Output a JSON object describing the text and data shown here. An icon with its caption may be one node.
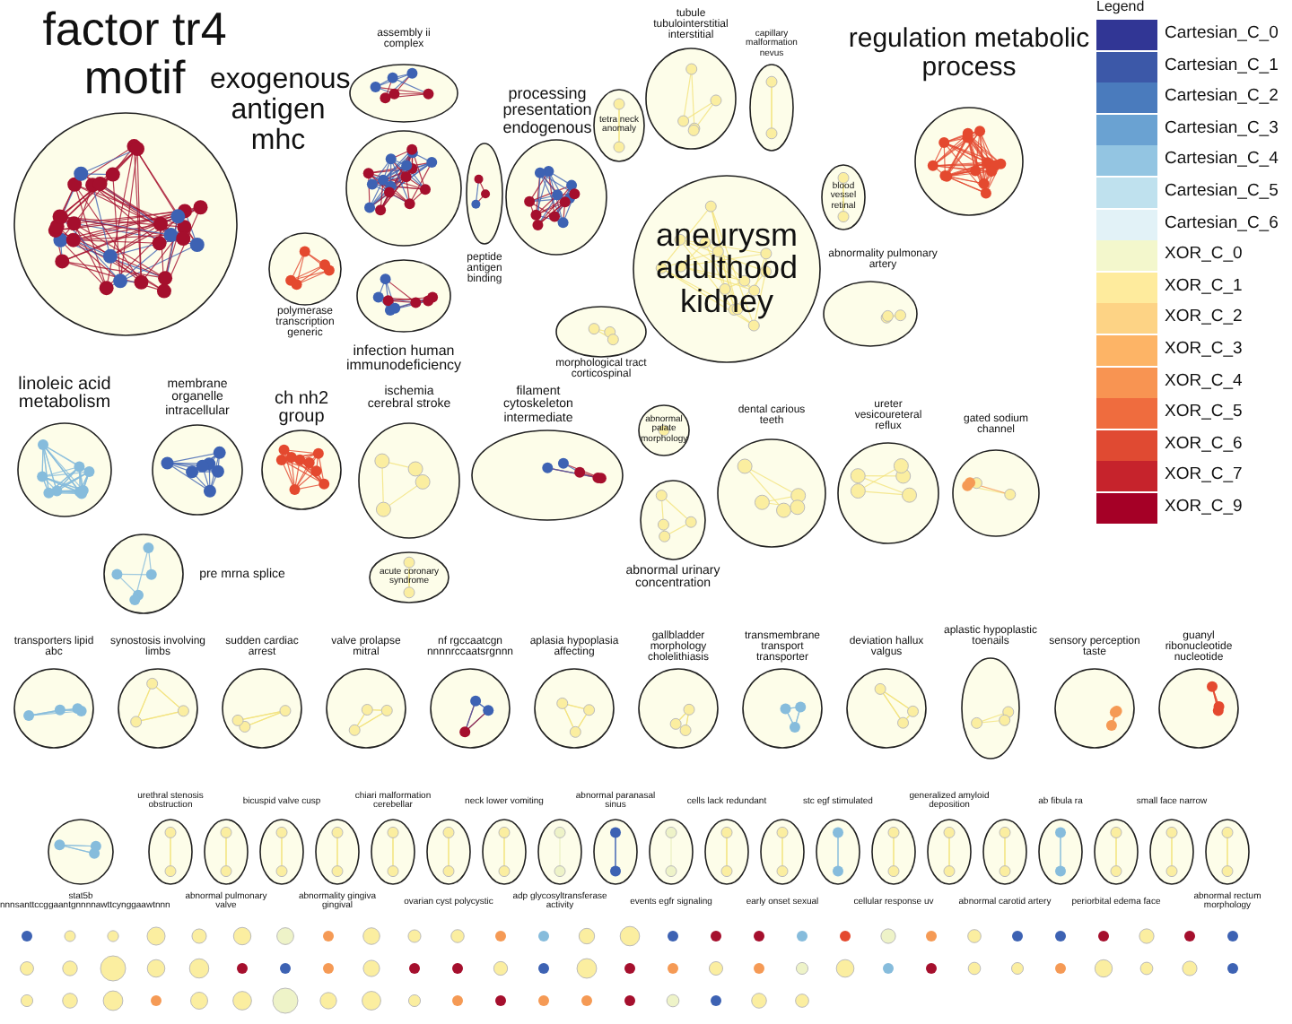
{
  "diagram": {
    "nodes": [
      {
        "text": [
          "factor tr4 motif"
        ]
      },
      {
        "text": [
          "assembly ii complex"
        ]
      },
      {
        "text": [
          "exogenous antigen mhc"
        ]
      },
      {
        "text": [
          "processing presentation endogenous"
        ]
      },
      {
        "text": [
          "peptide antigen binding"
        ]
      },
      {
        "text": [
          "polymerase transcription generic"
        ]
      },
      {
        "text": [
          "infection human immunodeficiency"
        ]
      },
      {
        "text": [
          "tubule tubulointerstitial interstitial"
        ]
      },
      {
        "text": [
          "capillary malformation nevus"
        ]
      },
      {
        "text": [
          "aneurysm adulthood kidney"
        ]
      },
      {
        "text": [
          "tetra neck anomaly"
        ]
      },
      {
        "text": [
          "morphological tract corticospinal"
        ]
      },
      {
        "text": [
          "blood vessel retinal"
        ]
      },
      {
        "text": [
          "abnormality pulmonary artery"
        ]
      },
      {
        "text": [
          "regulation metabolic process"
        ]
      },
      {
        "text": [
          "linoleic acid metabolism"
        ]
      },
      {
        "text": [
          "membrane organelle intracellular"
        ]
      },
      {
        "text": [
          "ch nh2 group"
        ]
      },
      {
        "text": [
          "ischemia cerebral stroke"
        ]
      },
      {
        "text": [
          "acute coronary syndrome"
        ]
      },
      {
        "text": [
          "filament cytoskeleton intermediate"
        ]
      },
      {
        "text": [
          "abnormal palate morphology"
        ]
      },
      {
        "text": [
          "abnormal urinary concentration"
        ]
      },
      {
        "text": [
          "dental carious teeth"
        ]
      },
      {
        "text": [
          "ureter vesicoureteral reflux"
        ]
      },
      {
        "text": [
          "gated sodium channel"
        ]
      },
      {
        "text": [
          "pre mrna splice"
        ]
      },
      {
        "text": [
          "transporters lipid abc"
        ]
      },
      {
        "text": [
          "synostosis involving limbs"
        ]
      },
      {
        "text": [
          "sudden cardiac arrest"
        ]
      },
      {
        "text": [
          "valve prolapse mitral"
        ]
      },
      {
        "text": [
          "nf rgccaatcgn nnnnrccaatsrgnnn"
        ]
      },
      {
        "text": [
          "aplasia hypoplasia affecting"
        ]
      },
      {
        "text": [
          "gallbladder morphology cholelithiasis"
        ]
      },
      {
        "text": [
          "transmembrane transport transporter"
        ]
      },
      {
        "text": [
          "deviation hallux valgus"
        ]
      },
      {
        "text": [
          "aplastic hypoplastic toenails"
        ]
      },
      {
        "text": [
          "sensory perception taste"
        ]
      },
      {
        "text": [
          "guanyl ribonucleotide nucleotide"
        ]
      },
      {
        "text": [
          "stat5b nnnsanttccggaantgnnnnawttcynggaawtnnn"
        ]
      },
      {
        "text": [
          "urethral stenosis obstruction"
        ]
      },
      {
        "text": [
          "abnormal pulmonary valve"
        ]
      },
      {
        "text": [
          "bicuspid valve cusp"
        ]
      },
      {
        "text": [
          "abnormality gingiva gingival"
        ]
      },
      {
        "text": [
          "chiari malformation cerebellar"
        ]
      },
      {
        "text": [
          "ovarian cyst polycystic"
        ]
      },
      {
        "text": [
          "neck lower vomiting"
        ]
      },
      {
        "text": [
          "adp glycosyltransferase activity"
        ]
      },
      {
        "text": [
          "abnormal paranasal sinus"
        ]
      },
      {
        "text": [
          "events egfr signaling"
        ]
      },
      {
        "text": [
          "cells lack redundant"
        ]
      },
      {
        "text": [
          "early onset sexual"
        ]
      },
      {
        "text": [
          "stc egf stimulated"
        ]
      },
      {
        "text": [
          "cellular response uv"
        ]
      },
      {
        "text": [
          "generalized amyloid deposition"
        ]
      },
      {
        "text": [
          "abnormal carotid artery"
        ]
      },
      {
        "text": [
          "ab fibula ra"
        ]
      },
      {
        "text": [
          "periorbital edema face"
        ]
      },
      {
        "text": [
          "small face narrow"
        ]
      },
      {
        "text": [
          "abnormal rectum morphology"
        ]
      }
    ],
    "labels": [
      "Legend"
    ],
    "legend": [
      {
        "text": "Cartesian_C_0",
        "color": "#313695"
      },
      {
        "text": "Cartesian_C_1",
        "color": "#3c58a8"
      },
      {
        "text": "Cartesian_C_2",
        "color": "#4a7bbd"
      },
      {
        "text": "Cartesian_C_3",
        "color": "#6aa2d2"
      },
      {
        "text": "Cartesian_C_4",
        "color": "#93c5e2"
      },
      {
        "text": "Cartesian_C_5",
        "color": "#bfe1ee"
      },
      {
        "text": "Cartesian_C_6",
        "color": "#e2f2f7"
      },
      {
        "text": "XOR_C_0",
        "color": "#f3f7cc"
      },
      {
        "text": "XOR_C_1",
        "color": "#feeb9d"
      },
      {
        "text": "XOR_C_2",
        "color": "#fdd385"
      },
      {
        "text": "XOR_C_3",
        "color": "#fdb466"
      },
      {
        "text": "XOR_C_4",
        "color": "#f89452"
      },
      {
        "text": "XOR_C_5",
        "color": "#ef6c3e"
      },
      {
        "text": "XOR_C_6",
        "color": "#e04a32"
      },
      {
        "text": "XOR_C_7",
        "color": "#c6232c"
      },
      {
        "text": "XOR_C_9",
        "color": "#a50026"
      }
    ]
  }
}
